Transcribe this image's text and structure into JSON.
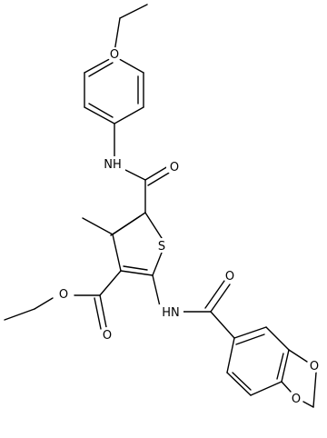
{
  "molecule": {
    "atom_labels": {
      "o_methoxy": "O",
      "nh_anilide": "NH",
      "o_amide_top": "O",
      "s_ring": "S",
      "o_ester_alkoxy": "O",
      "o_ester_carbonyl": "O",
      "nh_benzamide": "HN",
      "o_benzamide": "O",
      "o_dioxole_upper": "O",
      "o_dioxole_lower": "O"
    }
  }
}
